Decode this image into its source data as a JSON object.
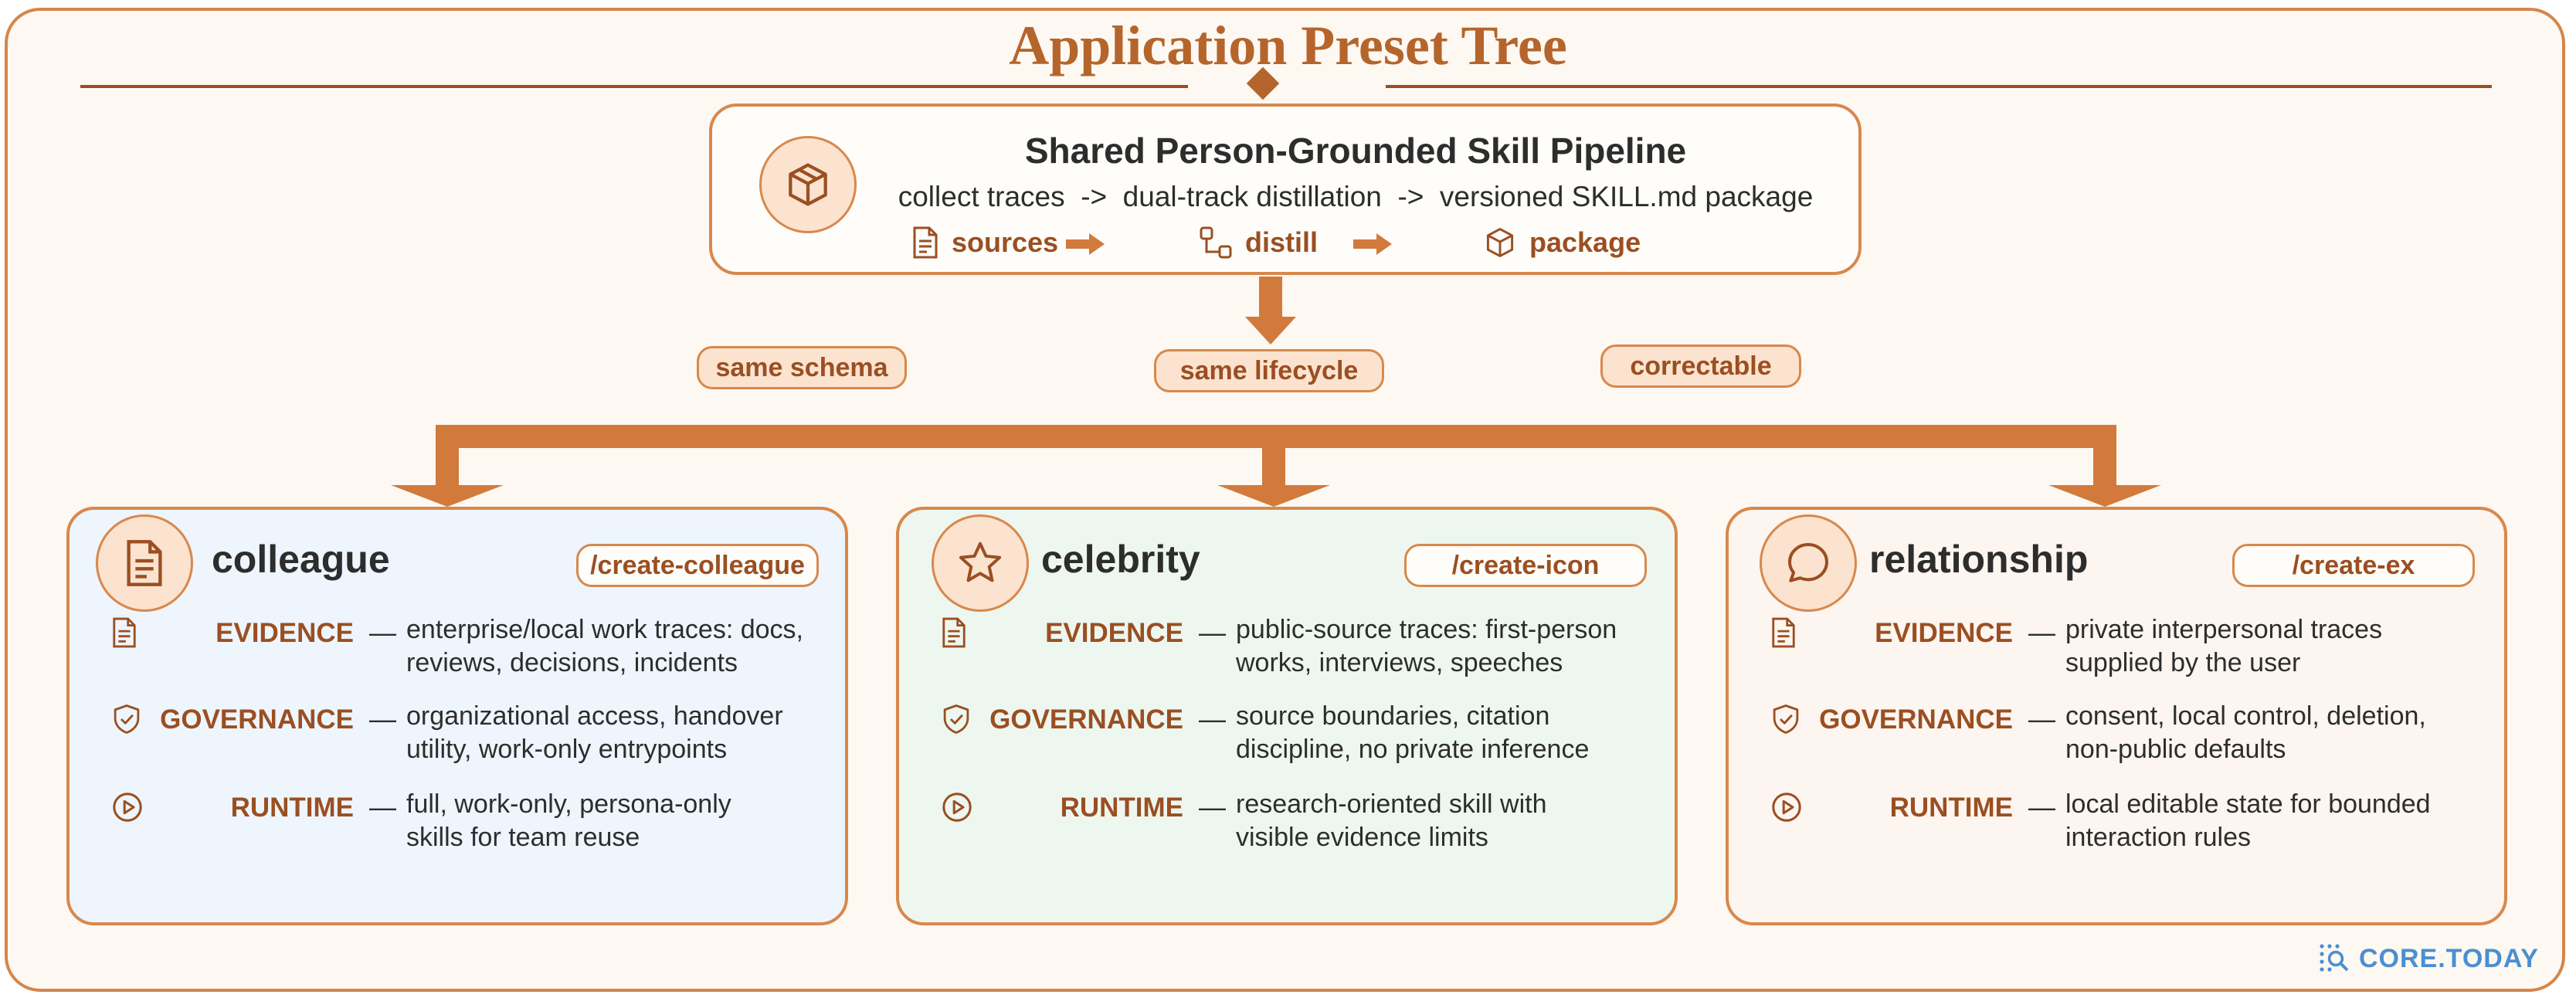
{
  "title": "Application Preset Tree",
  "pipeline": {
    "title": "Shared Person-Grounded Skill Pipeline",
    "flow": "collect traces  ->  dual-track distillation  ->  versioned SKILL.md package",
    "steps": [
      "sources",
      "distill",
      "package"
    ]
  },
  "properties": [
    "same schema",
    "same lifecycle",
    "correctable"
  ],
  "row_labels": [
    "EVIDENCE",
    "GOVERNANCE",
    "RUNTIME"
  ],
  "presets": [
    {
      "name": "colleague",
      "command": "/create-colleague",
      "icon": "document-icon",
      "background": "#eef5fd",
      "evidence": [
        "enterprise/local work traces: docs,",
        "reviews, decisions, incidents"
      ],
      "governance": [
        "organizational access, handover",
        "utility, work-only entrypoints"
      ],
      "runtime": [
        "full, work-only, persona-only",
        "skills for team reuse"
      ]
    },
    {
      "name": "celebrity",
      "command": "/create-icon",
      "icon": "star-icon",
      "background": "#eef7ef",
      "evidence": [
        "public-source traces: first-person",
        "works, interviews, speeches"
      ],
      "governance": [
        "source boundaries, citation",
        "discipline, no private inference"
      ],
      "runtime": [
        "research-oriented skill with",
        "visible evidence limits"
      ]
    },
    {
      "name": "relationship",
      "command": "/create-ex",
      "icon": "chat-bubble-icon",
      "background": "#fdf5ef",
      "evidence": [
        "private interpersonal traces",
        "supplied by the user"
      ],
      "governance": [
        "consent, local control, deletion,",
        "non-public defaults"
      ],
      "runtime": [
        "local editable state for bounded",
        "interaction rules"
      ]
    }
  ],
  "brand": "CORE.TODAY",
  "colors": {
    "accent": "#d8884c",
    "accent_dark": "#9a4f22",
    "arrow": "#d27a3c",
    "brand": "#4a8fd0"
  }
}
